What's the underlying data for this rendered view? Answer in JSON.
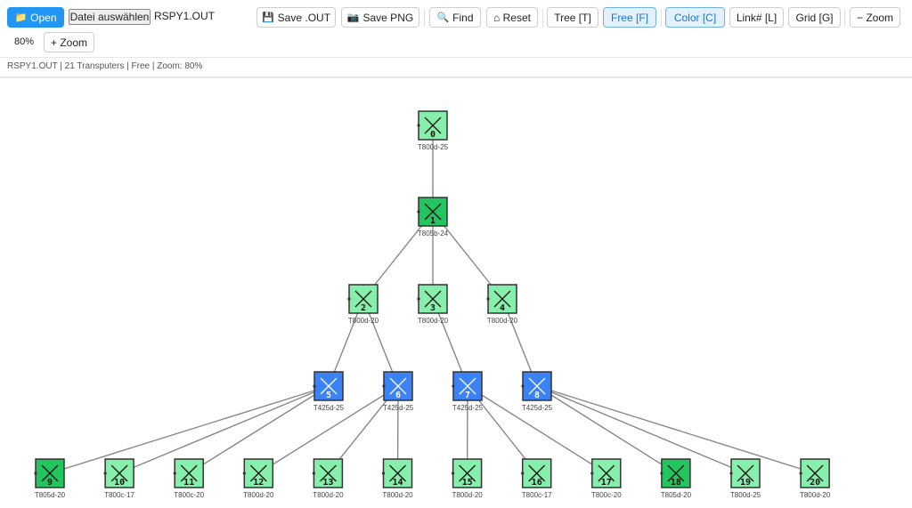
{
  "toolbar": {
    "open_label": "Open",
    "file_button_label": "Datei auswählen",
    "file_name": "RSPY1.OUT",
    "save_out_label": "Save .OUT",
    "save_png_label": "Save PNG",
    "find_label": "Find",
    "reset_label": "⌂ Reset",
    "tree_label": "Tree [T]",
    "free_label": "Free [F]",
    "color_label": "Color [C]",
    "link_label": "Link# [L]",
    "grid_label": "Grid [G]",
    "zoom_out_label": "− Zoom",
    "zoom_level": "80%",
    "zoom_in_label": "+ Zoom",
    "active_modes": [
      "Free [F]",
      "Color [C]"
    ]
  },
  "status": "RSPY1.OUT | 21 Transputers | Free | Zoom: 80%",
  "colors": {
    "t800": "#86efac",
    "t805": "#22c55e",
    "t425": "#3b82f6"
  },
  "nodes": [
    {
      "id": "0",
      "type": "T800d-25",
      "kind": "t800"
    },
    {
      "id": "1",
      "type": "T805b-24",
      "kind": "t805"
    },
    {
      "id": "2",
      "type": "T800d-20",
      "kind": "t800"
    },
    {
      "id": "3",
      "type": "T800d-20",
      "kind": "t800"
    },
    {
      "id": "4",
      "type": "T800d-20",
      "kind": "t800"
    },
    {
      "id": "5",
      "type": "T425d-25",
      "kind": "t425"
    },
    {
      "id": "6",
      "type": "T425d-25",
      "kind": "t425"
    },
    {
      "id": "7",
      "type": "T425d-25",
      "kind": "t425"
    },
    {
      "id": "8",
      "type": "T425d-25",
      "kind": "t425"
    },
    {
      "id": "9",
      "type": "T805d-20",
      "kind": "t805"
    },
    {
      "id": "10",
      "type": "T800c-17",
      "kind": "t800"
    },
    {
      "id": "11",
      "type": "T800c-20",
      "kind": "t800"
    },
    {
      "id": "12",
      "type": "T800d-20",
      "kind": "t800"
    },
    {
      "id": "13",
      "type": "T800d-20",
      "kind": "t800"
    },
    {
      "id": "14",
      "type": "T800d-20",
      "kind": "t800"
    },
    {
      "id": "15",
      "type": "T800d-20",
      "kind": "t800"
    },
    {
      "id": "16",
      "type": "T800c-17",
      "kind": "t800"
    },
    {
      "id": "17",
      "type": "T800c-20",
      "kind": "t800"
    },
    {
      "id": "18",
      "type": "T805d-20",
      "kind": "t805"
    },
    {
      "id": "19",
      "type": "T800d-25",
      "kind": "t800"
    },
    {
      "id": "20",
      "type": "T800d-20",
      "kind": "t800"
    }
  ],
  "links": [
    [
      0,
      1
    ],
    [
      1,
      2
    ],
    [
      1,
      3
    ],
    [
      1,
      4
    ],
    [
      2,
      5
    ],
    [
      2,
      6
    ],
    [
      3,
      7
    ],
    [
      4,
      8
    ],
    [
      5,
      9
    ],
    [
      5,
      10
    ],
    [
      5,
      11
    ],
    [
      6,
      12
    ],
    [
      6,
      13
    ],
    [
      6,
      14
    ],
    [
      7,
      15
    ],
    [
      7,
      16
    ],
    [
      7,
      17
    ],
    [
      8,
      18
    ],
    [
      8,
      19
    ],
    [
      8,
      20
    ]
  ]
}
